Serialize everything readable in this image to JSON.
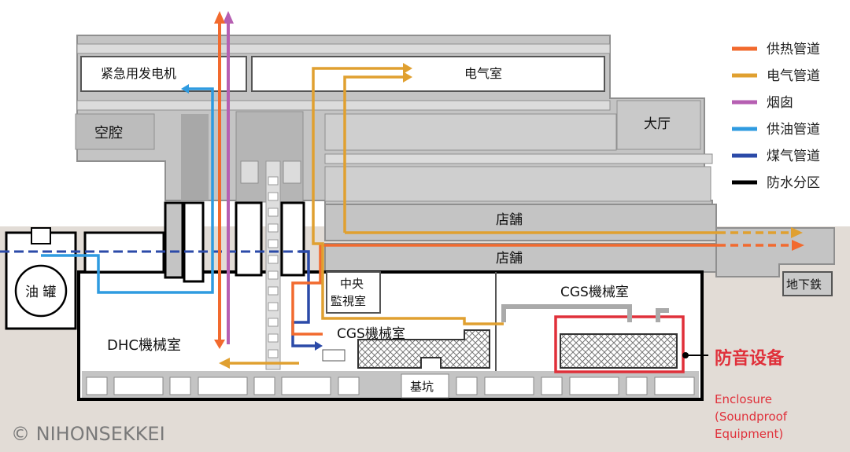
{
  "labels": {
    "emergency_generator": "紧急用发电机",
    "electrical_room": "电气室",
    "cavity": "空腔",
    "hall": "大厅",
    "shop_upper": "店舗",
    "shop_lower": "店舗",
    "oil_tank": "油 罐",
    "central_monitoring_line1": "中央",
    "central_monitoring_line2": "監視室",
    "cgs_room_right": "CGS機械室",
    "cgs_room_center": "CGS機械室",
    "dhc_room": "DHC機械室",
    "pit": "基坑",
    "subway": "地下鉄",
    "soundproof_cn": "防音设备",
    "enclosure_line1": "Enclosure",
    "enclosure_line2": "(Soundproof",
    "enclosure_line3": "Equipment)",
    "copyright": "© NIHONSEKKEI"
  },
  "legend": [
    {
      "label": "供热管道",
      "color": "#f26a2e"
    },
    {
      "label": "电气管道",
      "color": "#e0a030"
    },
    {
      "label": "烟囱",
      "color": "#b65fb2"
    },
    {
      "label": "供油管道",
      "color": "#2f9be0"
    },
    {
      "label": "煤气管道",
      "color": "#2b4aa8"
    },
    {
      "label": "防水分区",
      "color": "#000000"
    }
  ],
  "colors": {
    "building_gray": "#c4c4c4",
    "wall_dark": "#8f8f8f",
    "ground": "#e2dcd6",
    "soundproof_red": "#e0303a"
  }
}
